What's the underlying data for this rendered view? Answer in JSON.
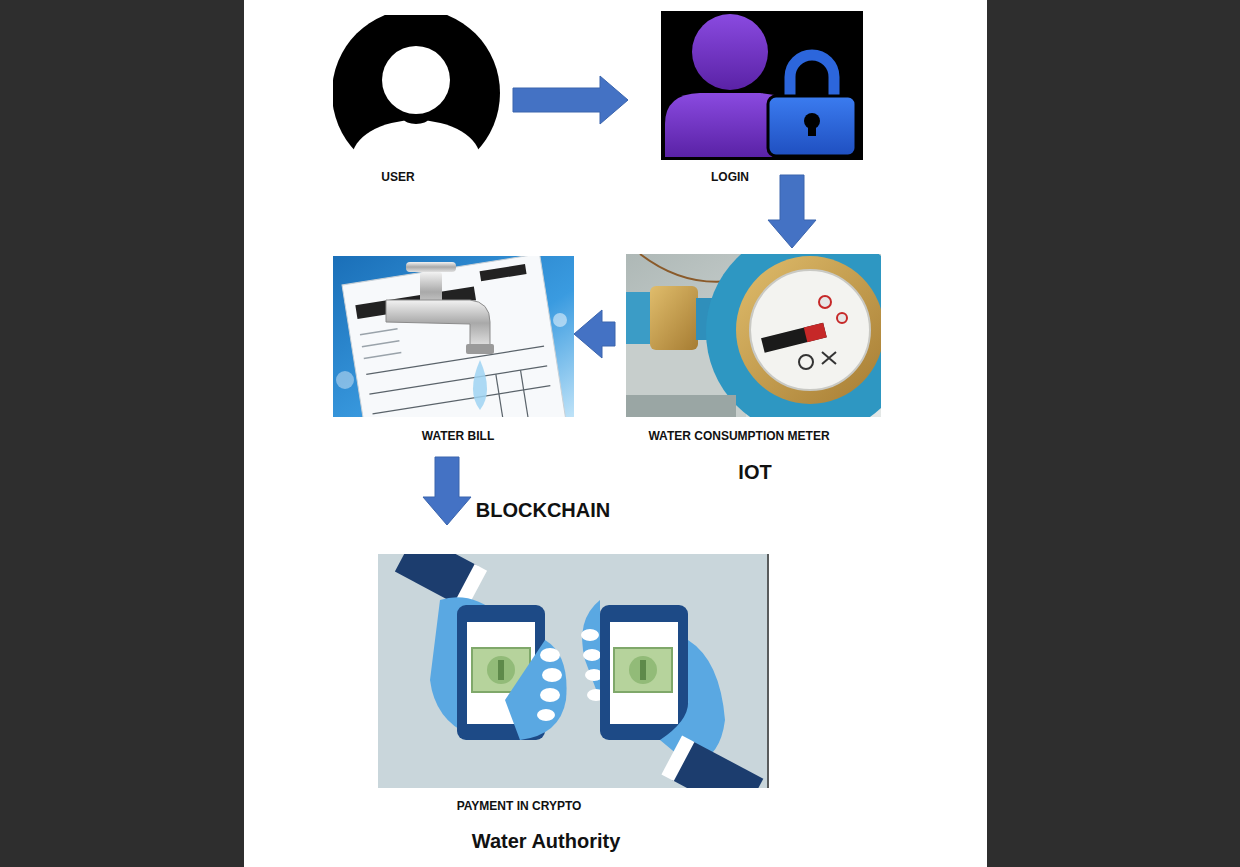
{
  "diagram": {
    "nodes": [
      {
        "text": [
          "USER"
        ]
      },
      {
        "text": [
          "LOGIN"
        ]
      },
      {
        "text": [
          "WATER BILL"
        ]
      },
      {
        "text": [
          "WATER CONSUMPTION METER",
          "IOT"
        ]
      },
      {
        "text": [
          "PAYMENT IN CRYPTO",
          "Water Authority"
        ]
      }
    ],
    "edges": [
      {
        "from": 0,
        "to": 1,
        "arrow": "to"
      },
      {
        "from": 1,
        "to": 3,
        "arrow": "to"
      },
      {
        "from": 3,
        "to": 2,
        "arrow": "to"
      },
      {
        "from": 2,
        "to": 4,
        "label": "BLOCKCHAIN",
        "arrow": "to"
      }
    ]
  }
}
